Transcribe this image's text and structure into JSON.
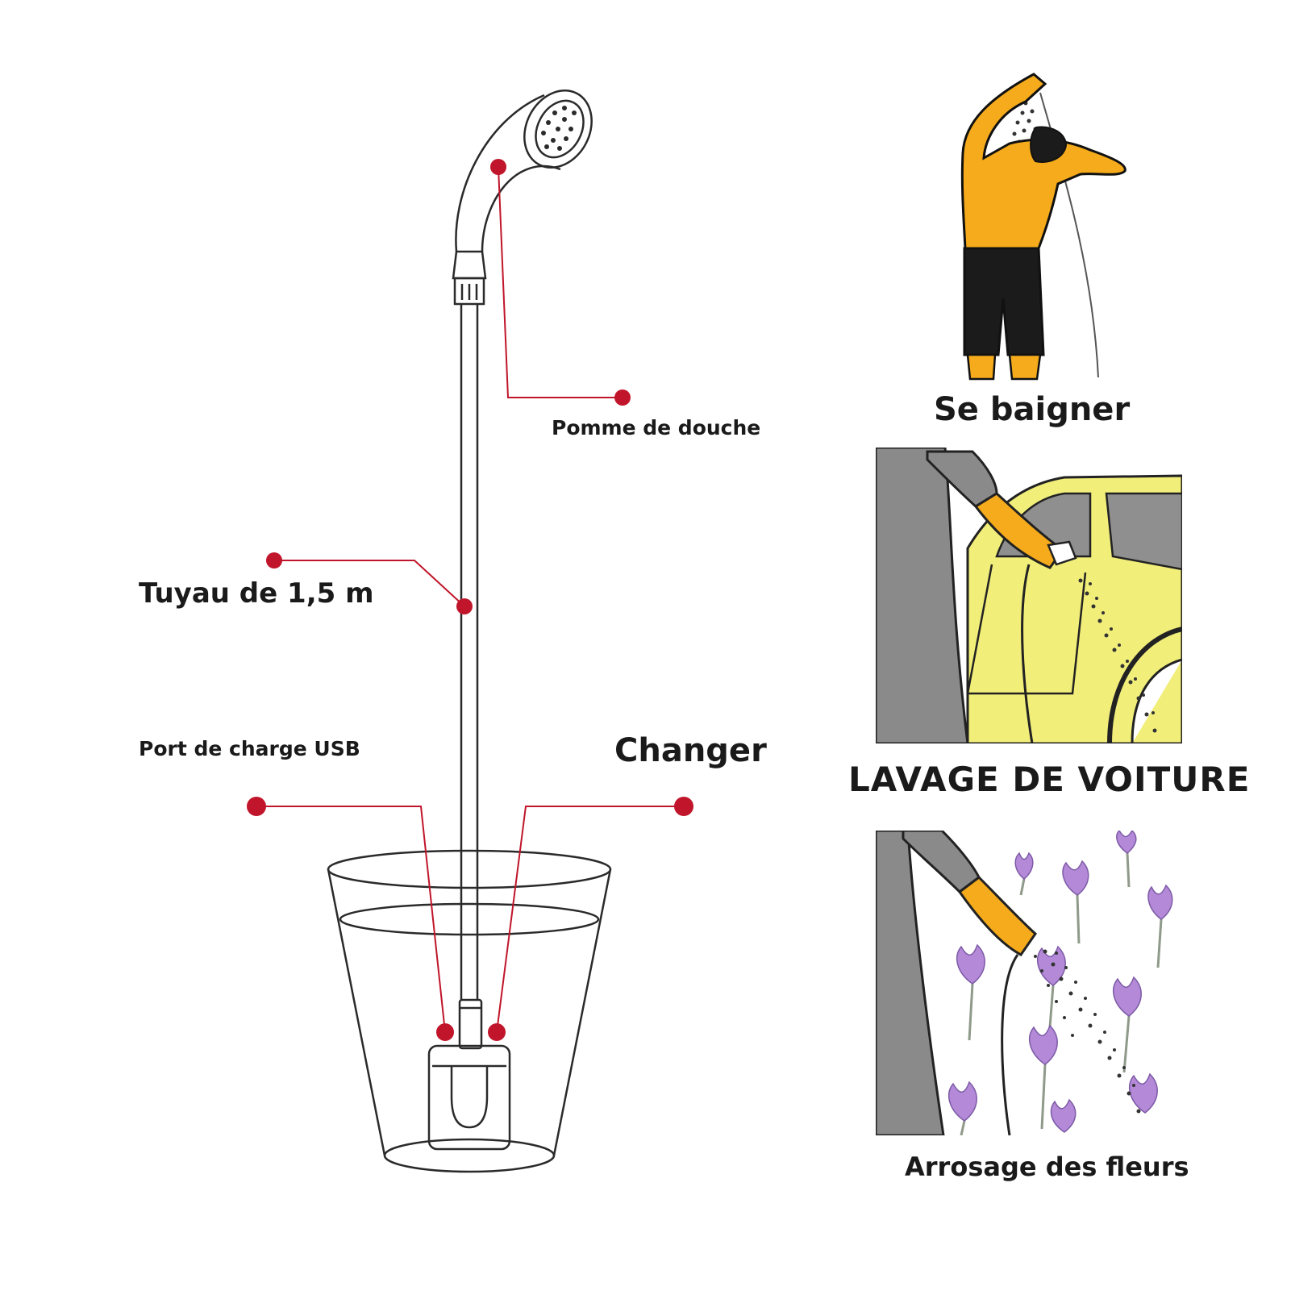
{
  "labels": {
    "shower_head": "Pomme de douche",
    "hose": "Tuyau de 1,5 m",
    "usb_port": "Port de charge USB",
    "switch": "Changer"
  },
  "uses": [
    {
      "caption": "Se baigner",
      "icon": "person-showering-icon"
    },
    {
      "caption": "LAVAGE DE VOITURE",
      "icon": "car-washing-icon"
    },
    {
      "caption": "Arrosage des fleurs",
      "icon": "watering-flowers-icon"
    }
  ],
  "colors": {
    "callout": "#c0152a",
    "line": "#2a2a2a",
    "skin": "#f5ab1b",
    "shorts": "#1b1b1b",
    "sleeve": "#8a8a8a",
    "car": "#f2ee7a",
    "flower": "#b48ad8",
    "stem": "#8f9a8a"
  }
}
